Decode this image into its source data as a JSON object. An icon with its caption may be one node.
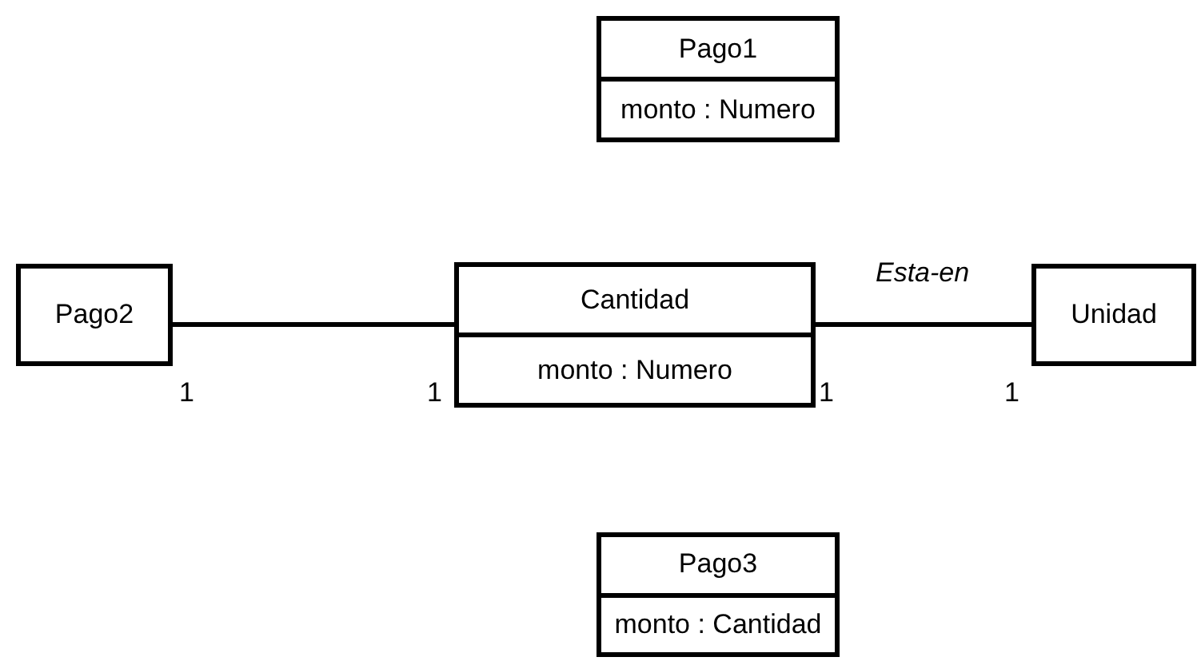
{
  "diagram": {
    "nodes": [
      {
        "text": [
          "Pago1",
          "monto : Numero"
        ]
      },
      {
        "text": [
          "Pago2"
        ]
      },
      {
        "text": [
          "Cantidad",
          "monto : Numero"
        ]
      },
      {
        "text": [
          "Unidad"
        ]
      },
      {
        "text": [
          "Pago3",
          "monto : Cantidad"
        ]
      }
    ],
    "edges": [
      {
        "from": 1,
        "to": 2,
        "arrow": "none"
      },
      {
        "from": 2,
        "to": 3,
        "arrow": "none",
        "label": "Esta-en"
      }
    ],
    "labels": [
      "1",
      "1",
      "1",
      "1"
    ]
  }
}
